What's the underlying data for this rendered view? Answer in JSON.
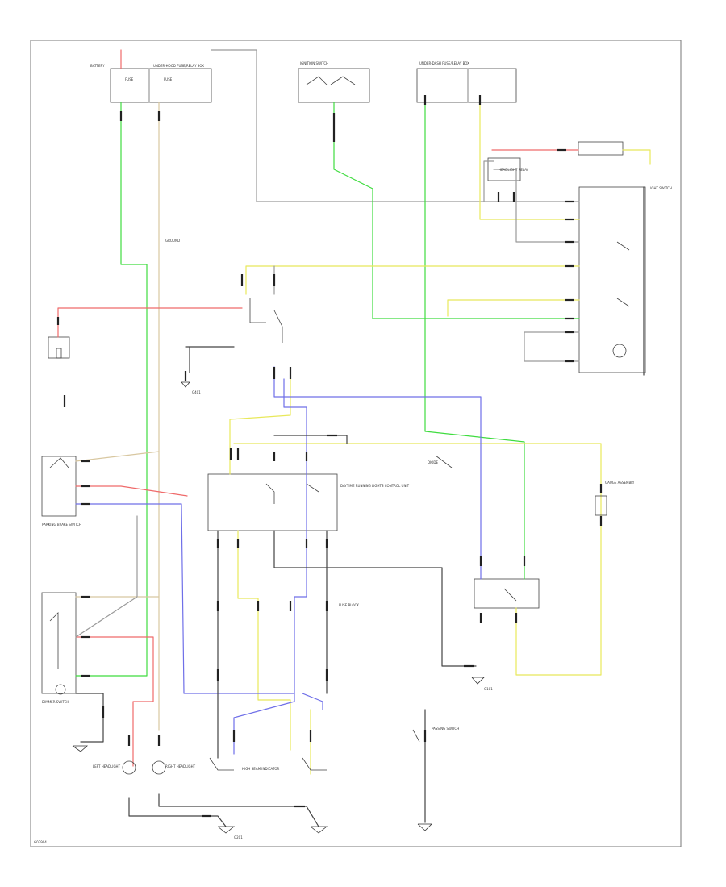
{
  "diagram": {
    "labels": [
      {
        "id": "battery-fuse-label",
        "text": "BATTERY"
      },
      {
        "id": "underhood-fuse-box",
        "text": "UNDER-HOOD FUSE/RELAY BOX"
      },
      {
        "id": "fuse-1",
        "text": "FUSE"
      },
      {
        "id": "fuse-2",
        "text": "FUSE"
      },
      {
        "id": "ignition-switch",
        "text": "IGNITION SWITCH"
      },
      {
        "id": "under-dash-fuse-box",
        "text": "UNDER-DASH FUSE/RELAY BOX"
      },
      {
        "id": "light-switch",
        "text": "LIGHT SWITCH"
      },
      {
        "id": "headlight-relay",
        "text": "HEADLIGHT RELAY"
      },
      {
        "id": "daytime-relay",
        "text": "DAYTIME RUNNING LIGHTS CONTROL UNIT"
      },
      {
        "id": "parking-brake-switch",
        "text": "PARKING BRAKE SWITCH"
      },
      {
        "id": "dimmer-switch",
        "text": "DIMMER SWITCH"
      },
      {
        "id": "g401",
        "text": "G401"
      },
      {
        "id": "g101",
        "text": "G101"
      },
      {
        "id": "g201",
        "text": "G201"
      },
      {
        "id": "left-headlight",
        "text": "LEFT HEADLIGHT"
      },
      {
        "id": "right-headlight",
        "text": "RIGHT HEADLIGHT"
      },
      {
        "id": "high-beam-indicator",
        "text": "HIGH BEAM INDICATOR"
      },
      {
        "id": "fuse-block",
        "text": "FUSE BLOCK"
      },
      {
        "id": "gauge-assembly",
        "text": "GAUGE ASSEMBLY"
      },
      {
        "id": "passing-switch",
        "text": "PASSING SWITCH"
      },
      {
        "id": "diode",
        "text": "DIODE"
      },
      {
        "id": "ground-note",
        "text": "GROUND"
      },
      {
        "id": "figure-code",
        "text": "G07904"
      }
    ]
  }
}
